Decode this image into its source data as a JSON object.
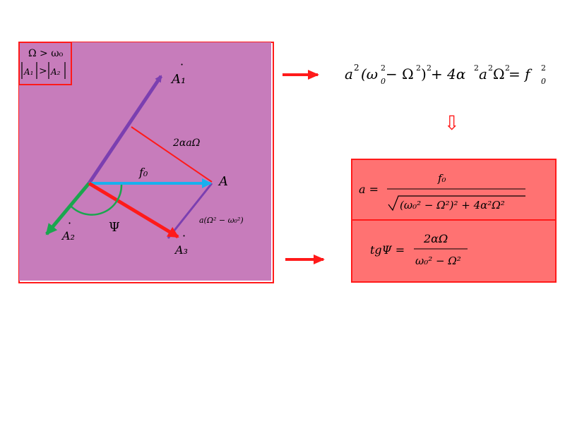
{
  "colors": {
    "panel_fill": "#c77cbb",
    "panel_border": "#ff1a1a",
    "result_fill": "#ff7272",
    "arrow_red": "#ff1a1a",
    "vec_purple": "#7b3fb0",
    "vec_blue": "#18b0ee",
    "vec_green": "#1aa64e",
    "vec_red": "#ff1a1a"
  },
  "condition": {
    "line1": "Ω > ω₀",
    "line2_left": "A₁",
    "line2_op": ">",
    "line2_right": "A₂"
  },
  "vectors": {
    "a1_label": "A₁",
    "a1_mark": "·",
    "a2_label": "A₂",
    "a2_mark": "·",
    "a3_label": "A₃",
    "a3_mark": "·",
    "f0_label": "f₀",
    "a_label": "A",
    "psi_label": "Ψ",
    "side_top": "2αaΩ",
    "side_right": "a(Ω² − ω₀²)"
  },
  "equations": {
    "main": {
      "a_sq": "a",
      "sup2": "2",
      "paren_open": "(ω",
      "omega0_sub": "0",
      "omega0_sup": "2",
      "minus_Omega": " − Ω",
      "Omega_sup": "2",
      "paren_close": ")",
      "outer_sup": "2",
      "plus_4": " + 4α",
      "alpha_sup": "2",
      "a_term": "a",
      "a_sup": "2",
      "Omega_term": "Ω",
      "Omega_term_sup": "2",
      "eq": " = f",
      "f_sub": "0",
      "f_sup": "2"
    },
    "amplitude": {
      "lhs": "a =",
      "numer": "f₀",
      "denom": "(ω₀² − Ω²)² + 4α²Ω²"
    },
    "phase": {
      "lhs": "tgΨ =",
      "numer": "2αΩ",
      "denom": "ω₀² − Ω²"
    }
  },
  "down_arrow": "⇩"
}
